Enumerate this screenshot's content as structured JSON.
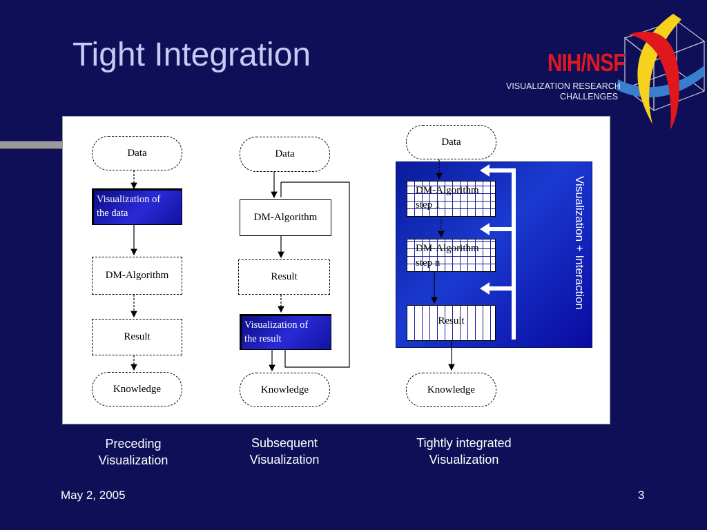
{
  "slide": {
    "title": "Tight Integration",
    "date": "May 2, 2005",
    "page_number": "3"
  },
  "logo": {
    "org": "NIH/NSF",
    "line1": "VISUALIZATION RESEARCH",
    "line2": "CHALLENGES",
    "colors": {
      "red": "#e0181e",
      "yellow": "#f7d21c",
      "blue": "#3a7ed0"
    }
  },
  "diagram": {
    "column1": {
      "data": "Data",
      "visualization": "Visualization of\nthe data",
      "algorithm": "DM-Algorithm",
      "result": "Result",
      "knowledge": "Knowledge",
      "caption": "Preceding\nVisualization"
    },
    "column2": {
      "data": "Data",
      "algorithm": "DM-Algorithm",
      "result": "Result",
      "visualization": "Visualization of\nthe result",
      "knowledge": "Knowledge",
      "caption": "Subsequent\nVisualization"
    },
    "column3": {
      "data": "Data",
      "step1": "DM-Algorithm\nstep 1",
      "stepn": "DM-Algorithm\nstep n",
      "result": "Result",
      "knowledge": "Knowledge",
      "panel_label": "Visualization + Interaction",
      "caption": "Tightly integrated\nVisualization"
    }
  }
}
